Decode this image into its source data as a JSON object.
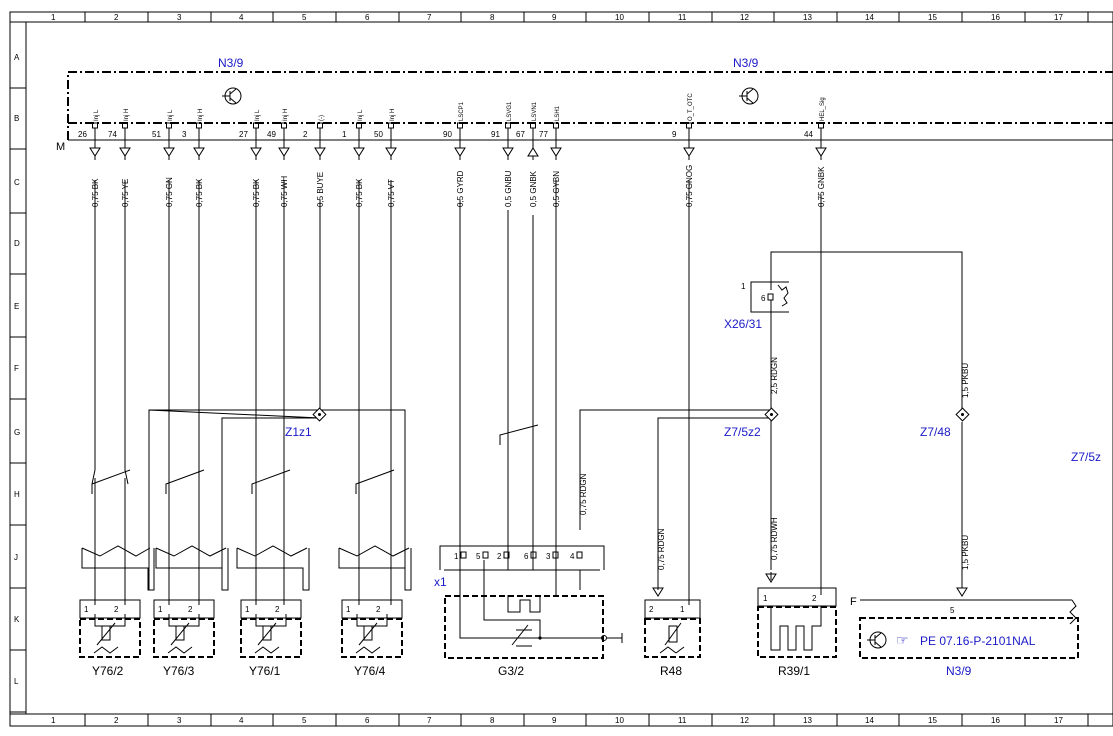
{
  "grid": {
    "columns": [
      "1",
      "2",
      "3",
      "4",
      "5",
      "6",
      "7",
      "8",
      "9",
      "10",
      "11",
      "12",
      "13",
      "14",
      "15",
      "16",
      "17"
    ],
    "rows": [
      "A",
      "B",
      "C",
      "D",
      "E",
      "F",
      "G",
      "H",
      "J",
      "K",
      "L"
    ]
  },
  "ecu": {
    "name_left": "N3/9",
    "name_right": "N3/9",
    "ground_marker": "M",
    "pins": [
      {
        "signal": "Inj L",
        "pin": "26",
        "wire": "0,75 BK"
      },
      {
        "signal": "Inj H",
        "pin": "74",
        "wire": "0,75 YE"
      },
      {
        "signal": "Inj L",
        "pin": "51",
        "wire": "0,75 GN"
      },
      {
        "signal": "Inj H",
        "pin": "3",
        "wire": "0,75 BK"
      },
      {
        "signal": "Inj L",
        "pin": "27",
        "wire": "0,75 BK"
      },
      {
        "signal": "Inj H",
        "pin": "49",
        "wire": "0,75 WH"
      },
      {
        "signal": "(-)",
        "pin": "2",
        "wire": "0,5 BUYE"
      },
      {
        "signal": "Inj L",
        "pin": "1",
        "wire": "0,75 BK"
      },
      {
        "signal": "Inj H",
        "pin": "50",
        "wire": "0,75 VT"
      },
      {
        "signal": "LSCP1",
        "pin": "90",
        "wire": "0,5 GYRD"
      },
      {
        "signal": "LSVG1",
        "pin": "91",
        "wire": "0,5 GNBU"
      },
      {
        "signal": "LSVN1",
        "pin": "67",
        "wire": "0,5 GNBK"
      },
      {
        "signal": "LSH1",
        "pin": "77",
        "wire": "0,5 GYBN"
      },
      {
        "signal": "O_T_OTC",
        "pin": "9",
        "wire": "0,75 GNOG"
      },
      {
        "signal": "HEL_Sig",
        "pin": "44",
        "wire": "0,75 GNBK"
      }
    ]
  },
  "splices": {
    "z1": "Z1z1",
    "z7_5z2": "Z7/5z2",
    "z7_48": "Z7/48",
    "z7_5z_edge": "Z7/5z"
  },
  "connectors": {
    "x26_31": {
      "name": "X26/31",
      "pin": "6",
      "marker": "1"
    },
    "x1": {
      "name": "x1",
      "pins": [
        "1",
        "5",
        "2",
        "6",
        "3",
        "4"
      ]
    }
  },
  "wires_extra": {
    "w_rdgn_25": "2,5 RDGN",
    "w_pkbu_15_top": "1,5 PKBU",
    "w_rdgn_075_mid": "0,75 RDGN",
    "w_rdgn_075_r48": "0,75 RDGN",
    "w_rdwh": "0,75 RDWH",
    "w_pkbu_15_bot": "1,5 PKBU"
  },
  "components": {
    "y76_2": "Y76/2",
    "y76_3": "Y76/3",
    "y76_1": "Y76/1",
    "y76_4": "Y76/4",
    "g3_2": "G3/2",
    "r48": "R48",
    "r39_1": "R39/1",
    "n3_9_bottom": "N3/9",
    "pin1": "1",
    "pin2": "2",
    "pin5": "5",
    "f_marker": "F",
    "reference": "PE 07.16-P-2101NAL"
  },
  "colors": {
    "link_blue": "#1a1ac8",
    "line": "#000000"
  }
}
